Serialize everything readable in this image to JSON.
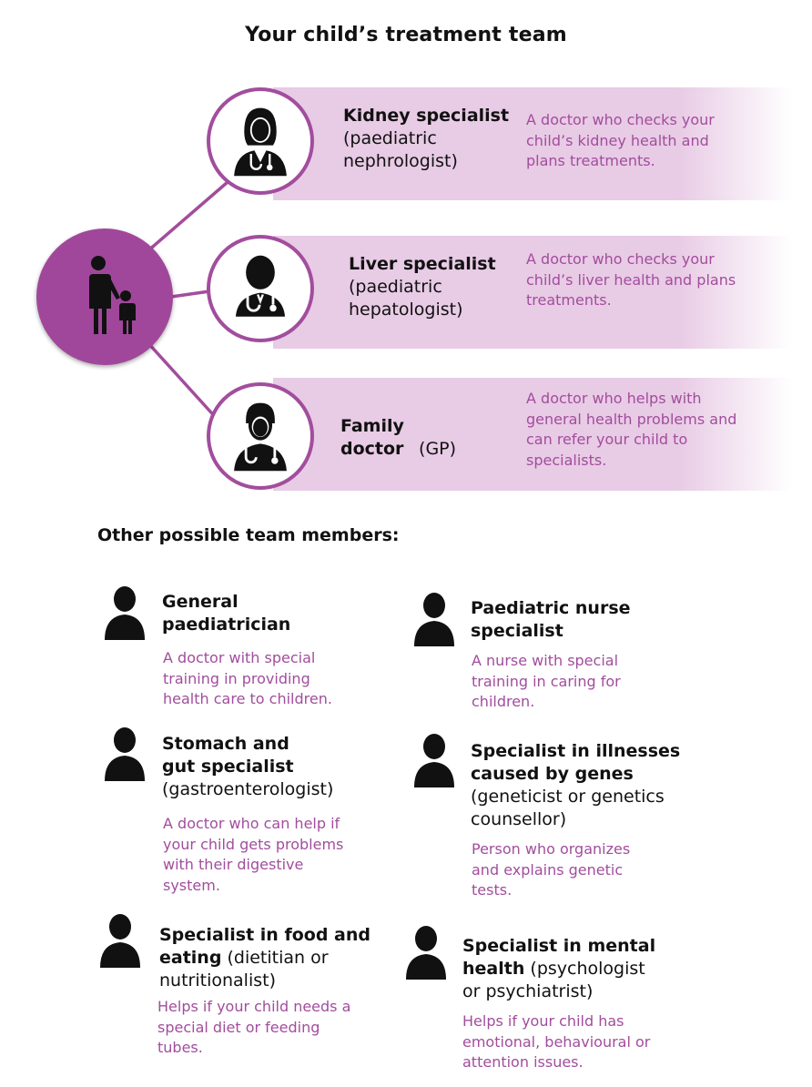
{
  "title": "Your child’s treatment team",
  "core_team": [
    {
      "bold": "Kidney specialist",
      "rest": "(paediatric nephrologist)",
      "description": "A doctor who checks your child’s kidney health and plans treatments.",
      "icon": "female-doctor-icon"
    },
    {
      "bold": "Liver specialist",
      "rest": "(paediatric hepatologist)",
      "description": "A doctor who checks your child’s liver health and plans treatments.",
      "icon": "doctor-icon"
    },
    {
      "bold": "Family doctor",
      "rest": "(GP)",
      "description": "A doctor who helps with general health problems and can refer your child to specialists.",
      "icon": "male-doctor-icon"
    }
  ],
  "center_icon": "parent-and-child-icon",
  "other_heading": "Other possible team members:",
  "other_members": [
    {
      "bold": "General paediatrician",
      "rest": "",
      "description": "A doctor with special training in providing health care to children.",
      "icon": "person-icon"
    },
    {
      "bold": "Paediatric nurse specialist",
      "rest": "",
      "description": "A nurse with special training in caring for children.",
      "icon": "person-icon"
    },
    {
      "bold": "Stomach and gut specialist",
      "rest": "(gastroenterologist)",
      "description": "A doctor who can help if your child gets problems with their digestive system.",
      "icon": "person-icon"
    },
    {
      "bold": "Specialist in illnesses caused by genes",
      "rest": "(geneticist or genetics counsellor)",
      "description": "Person who organizes and explains genetic tests.",
      "icon": "person-icon"
    },
    {
      "bold": "Specialist in food and eating",
      "rest": "(dietitian or nutritionalist)",
      "description": "Helps if your child needs a special diet or feeding tubes.",
      "icon": "person-icon"
    },
    {
      "bold": "Specialist in mental health",
      "rest": "(psychologist or psychiatrist)",
      "description": "Helps if your child has emotional, behavioural or attention issues.",
      "icon": "person-icon"
    }
  ],
  "colors": {
    "accent": "#a24d9d",
    "band": "#e8cbe5",
    "hub": "#a0479b",
    "text": "#111111"
  }
}
